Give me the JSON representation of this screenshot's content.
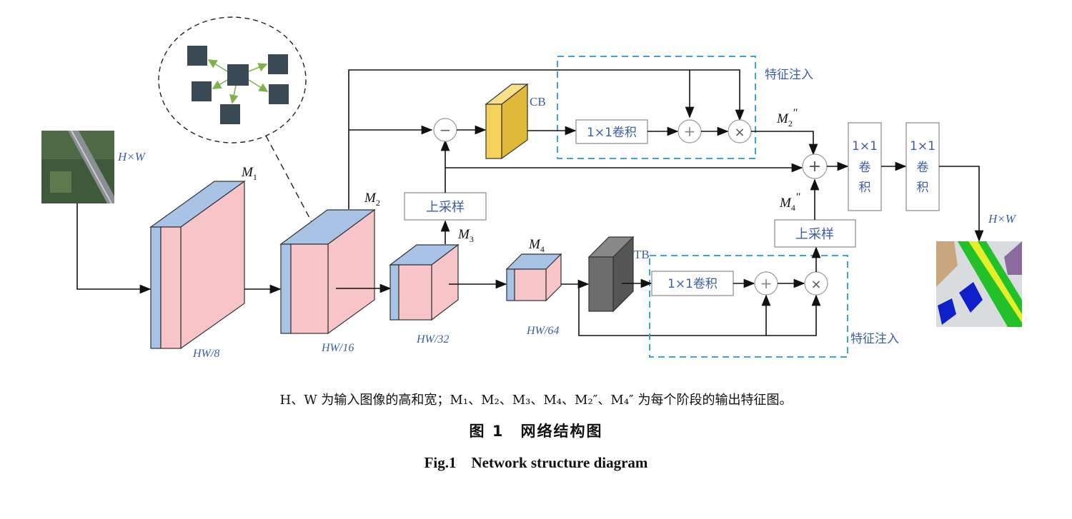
{
  "labels": {
    "input_size": "H×W",
    "output_size": "H×W",
    "m1": "M",
    "m1_sub": "1",
    "m2": "M",
    "m2_sub": "2",
    "m3": "M",
    "m3_sub": "3",
    "m4": "M",
    "m4_sub": "4",
    "m2pp": "M",
    "m2pp_sub": "2",
    "m2pp_sup": "″",
    "m4pp": "M",
    "m4pp_sub": "4",
    "m4pp_sup": "″",
    "hw8": "HW/8",
    "hw16": "HW/16",
    "hw32": "HW/32",
    "hw64": "HW/64",
    "cb": "CB",
    "tb": "TB",
    "upsample_1": "上采样",
    "upsample_2": "上采样",
    "conv_cb": "1×1卷积",
    "conv_tb": "1×1卷积",
    "conv_out1_l1": "1×1",
    "conv_out1_l2": "卷",
    "conv_out1_l3": "积",
    "conv_out2_l1": "1×1",
    "conv_out2_l2": "卷",
    "conv_out2_l3": "积",
    "feature_injection_top": "特征注入",
    "feature_injection_bottom": "特征注入",
    "op_minus": "−",
    "op_plus": "+",
    "op_times": "×"
  },
  "caption": {
    "note": "H、W 为输入图像的高和宽；M₁、M₂、M₃、M₄、M₂″、M₄″ 为每个阶段的输出特征图。",
    "title_cn": "图 1　网络结构图",
    "title_en": "Fig.1　Network structure diagram"
  },
  "colors": {
    "cube_front": "#f7c5c8",
    "cube_side": "#a9c3e6",
    "cb_block": "#f5d35a",
    "tb_block": "#6d6d6d",
    "dashed_box": "#3aa6d4",
    "label_blue": "#3b5ea8"
  }
}
